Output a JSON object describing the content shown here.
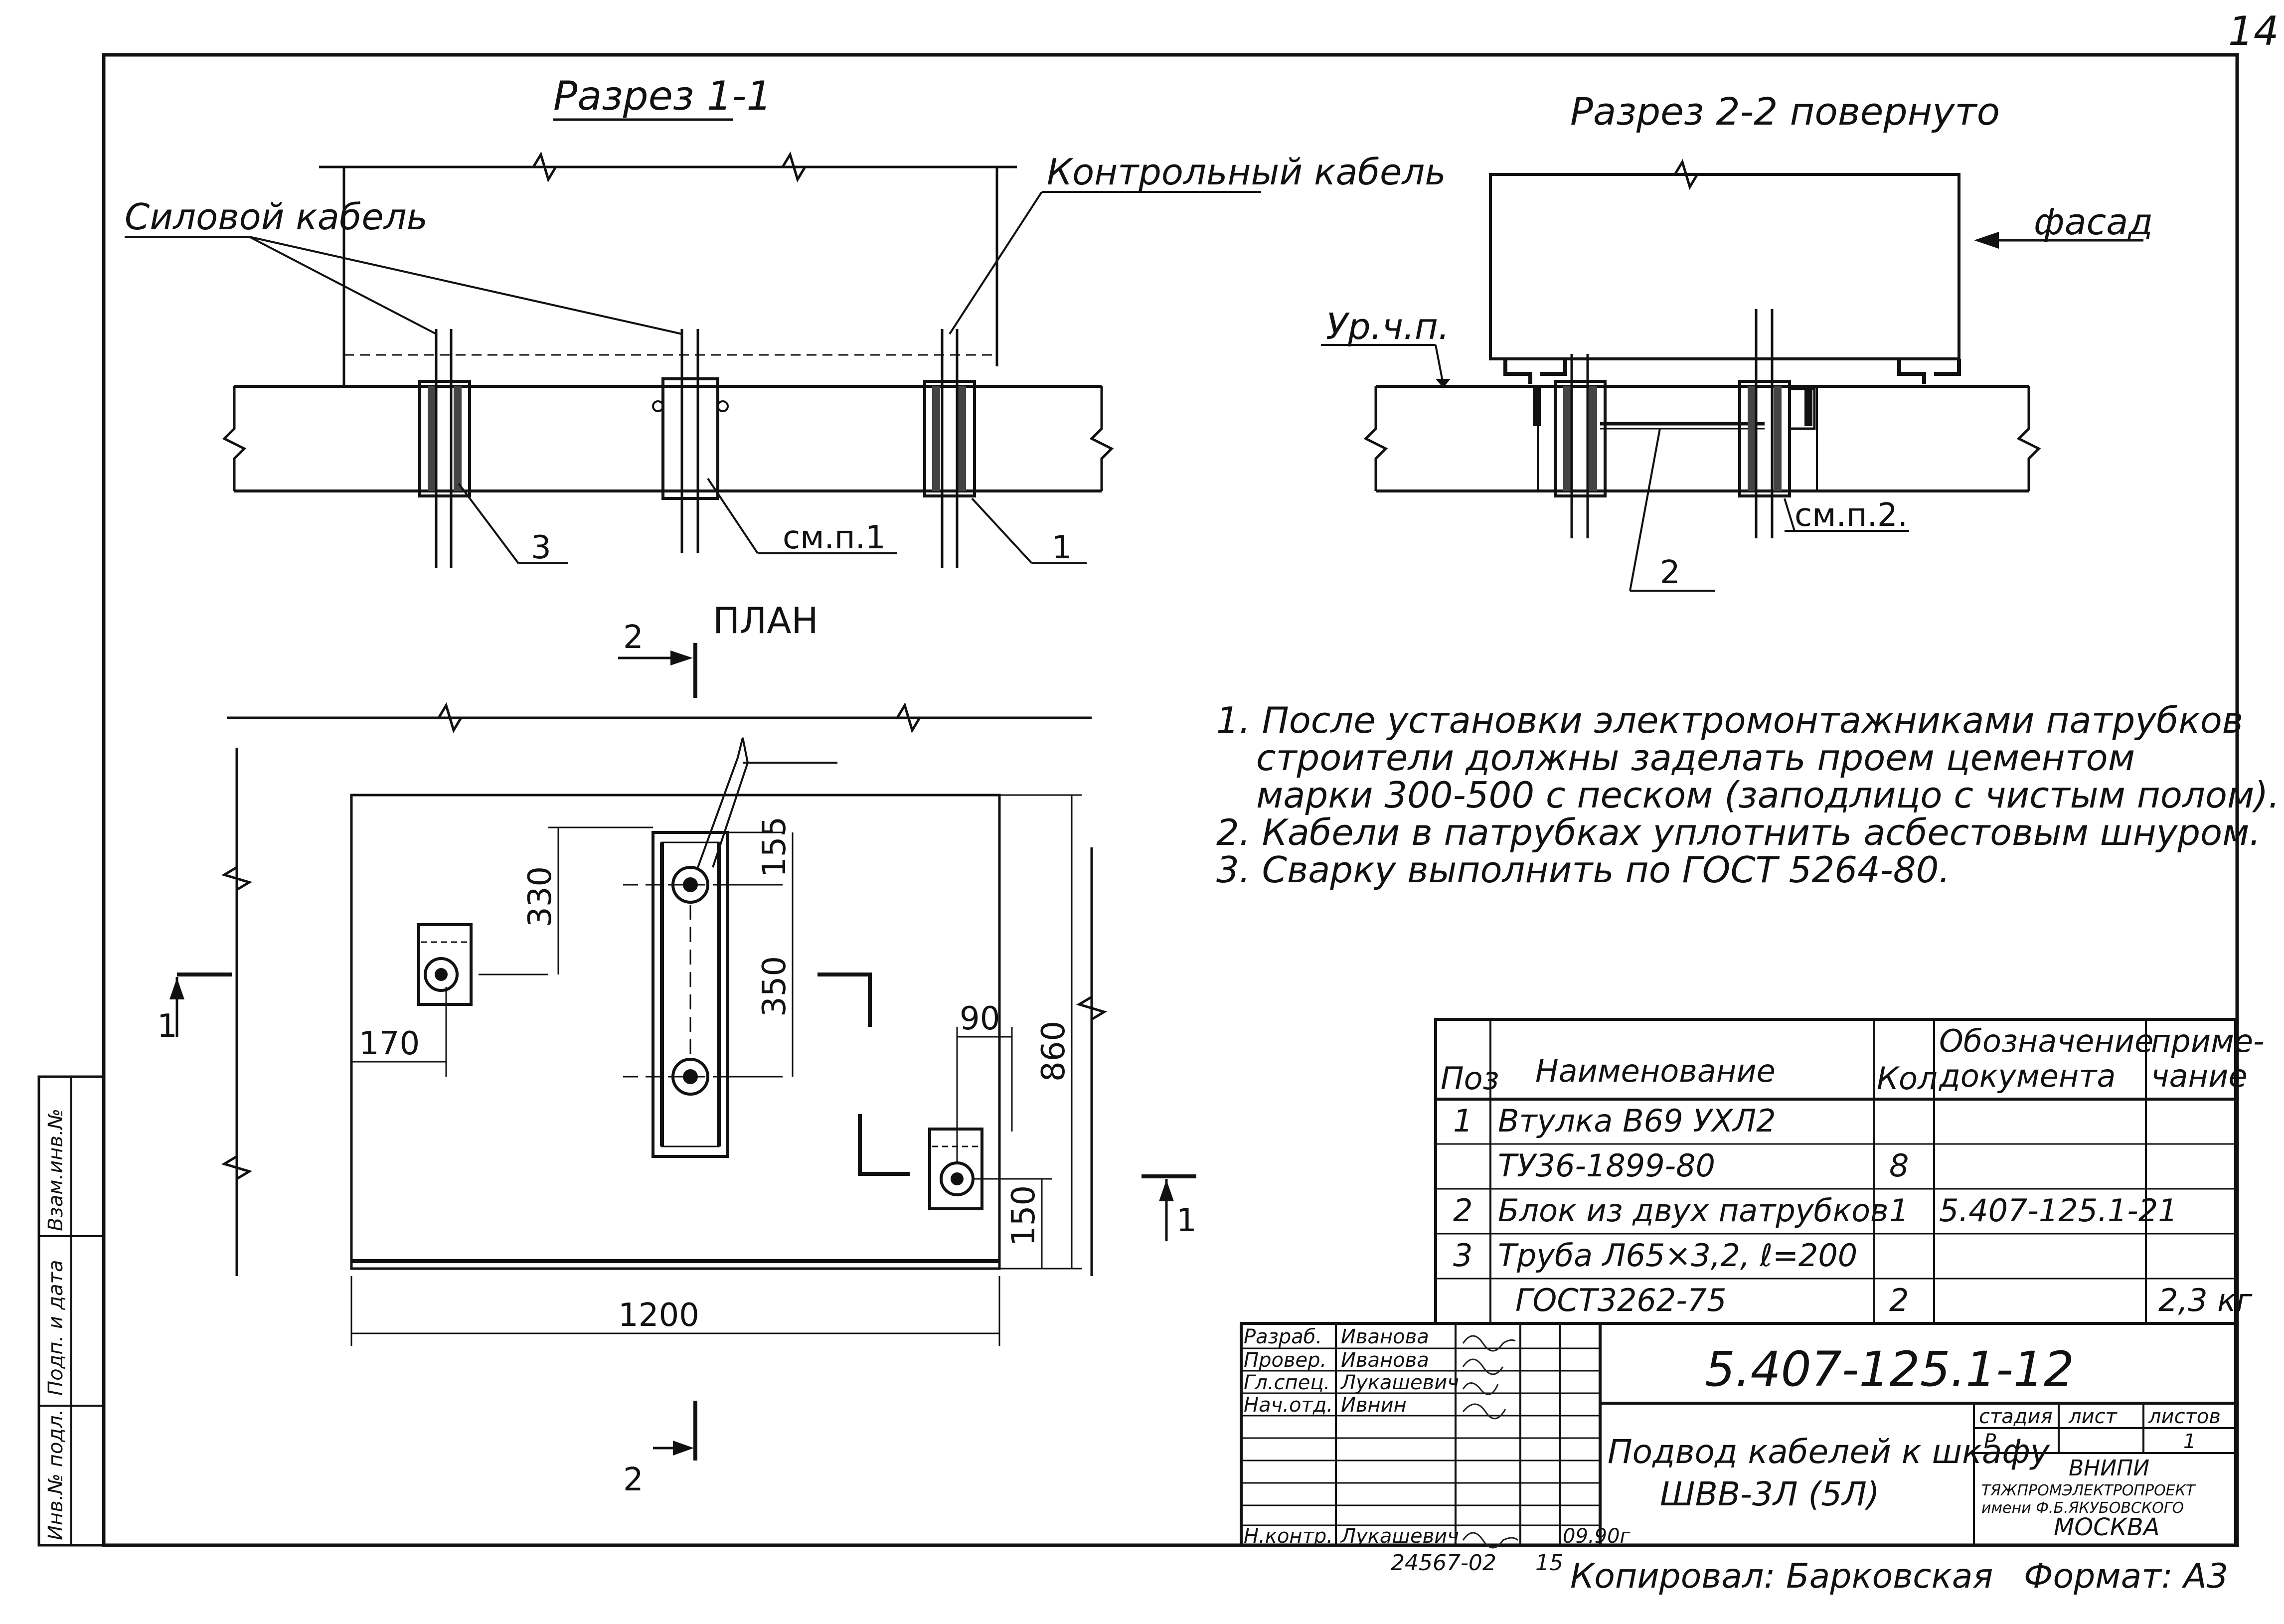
{
  "sheet_number": "14",
  "section_1": {
    "title": "Разрез 1-1",
    "label_power_cable": "Силовой кабель",
    "label_control_cable": "Контрольный кабель",
    "callout_3": "3",
    "callout_see_note_1": "см.п.1",
    "callout_1": "1"
  },
  "section_2": {
    "title": "Разрез 2-2 повернуто",
    "label_facade": "фасад",
    "label_floor_level": "Ур.ч.п.",
    "callout_see_note_2": "см.п.2.",
    "callout_2": "2"
  },
  "plan": {
    "title": "ПЛАН",
    "cut_marks": {
      "cut2_top": "2",
      "cut2_bottom": "2",
      "cut1_left": "1",
      "cut1_right": "1"
    },
    "dims": {
      "d330": "330",
      "d155": "155",
      "d350": "350",
      "d170": "170",
      "d90": "90",
      "d860": "860",
      "d150": "150",
      "d1200": "1200"
    }
  },
  "notes": [
    "1. После установки электромонтажниками патрубков",
    "строители должны заделать проем цементом",
    "марки 300-500 с песком (заподлицо с чистым полом).",
    "2. Кабели в патрубках уплотнить асбестовым шнуром.",
    "3. Сварку выполнить по ГОСТ 5264-80."
  ],
  "spec_table": {
    "headers": {
      "pos": "Поз",
      "name": "Наименование",
      "qty": "Кол",
      "doc_1": "Обозначение",
      "doc_2": "документа",
      "remark_1": "приме-",
      "remark_2": "чание"
    },
    "rows": [
      {
        "pos": "1",
        "name": "Втулка В69 УХЛ2",
        "qty": "",
        "doc": "",
        "remark": ""
      },
      {
        "pos": "",
        "name": "ТУ36-1899-80",
        "qty": "8",
        "doc": "",
        "remark": ""
      },
      {
        "pos": "2",
        "name": "Блок из двух патрубков",
        "qty": "1",
        "doc": "5.407-125.1-21",
        "remark": ""
      },
      {
        "pos": "3",
        "name": "Труба Л65×3,2, ℓ=200",
        "qty": "",
        "doc": "",
        "remark": ""
      },
      {
        "pos": "",
        "name": "ГОСТ3262-75",
        "qty": "2",
        "doc": "",
        "remark": "2,3 кг"
      }
    ]
  },
  "title_block": {
    "code": "5.407-125.1-12",
    "title_1": "Подвод кабелей к шкафу",
    "title_2": "ШВВ-3Л (5Л)",
    "roles": [
      {
        "role": "Разраб.",
        "name": "Иванова"
      },
      {
        "role": "Провер.",
        "name": "Иванова"
      },
      {
        "role": "Гл.спец.",
        "name": "Лукашевич"
      },
      {
        "role": "Нач.отд.",
        "name": "Ивнин"
      },
      {
        "role": "Н.контр.",
        "name": "Лукашевич"
      }
    ],
    "date": "09.90г",
    "stage_label": "стадия",
    "sheet_label": "лист",
    "sheets_label": "листов",
    "stage": "Р",
    "sheets": "1",
    "org_1": "ВНИПИ",
    "org_2": "ТЯЖПРОМЭЛЕКТРОПРОЕКТ",
    "org_3": "имени Ф.Б.ЯКУБОВСКОГО",
    "org_4": "МОСКВА"
  },
  "side_stamp": {
    "inv_orig": "Инв.№ подл.",
    "sign_date": "Подп. и дата",
    "replace_inv": "Взам.инв.№"
  },
  "footer": {
    "archive_no": "24567-02",
    "page": "15",
    "copied_by": "Копировал: Барковская",
    "format": "Формат: А3"
  }
}
